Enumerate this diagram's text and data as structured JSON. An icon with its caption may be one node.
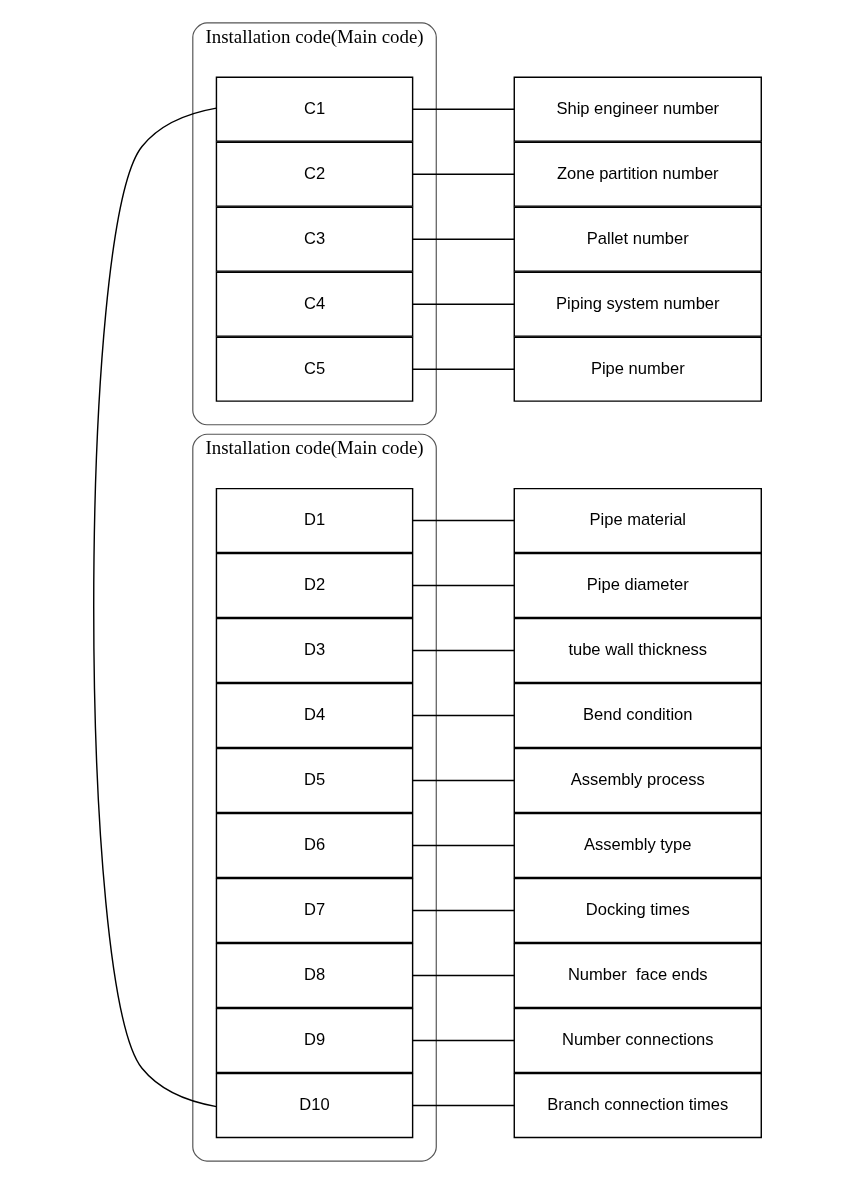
{
  "diagram": {
    "nodes": [
      {
        "text": [
          "Installation code(Main code)"
        ]
      },
      {
        "text": [
          "D1"
        ],
        "in": 0
      },
      {
        "text": [
          "D2"
        ],
        "in": 0
      },
      {
        "text": [
          "D3"
        ],
        "in": 0
      },
      {
        "text": [
          "D4"
        ],
        "in": 0
      },
      {
        "text": [
          "D5"
        ],
        "in": 0
      },
      {
        "text": [
          "D6"
        ],
        "in": 0
      },
      {
        "text": [
          "D7"
        ],
        "in": 0
      },
      {
        "text": [
          "D8"
        ],
        "in": 0
      },
      {
        "text": [
          "D9"
        ],
        "in": 0
      },
      {
        "text": [
          "D10"
        ],
        "in": 0
      },
      {
        "text": [
          "Pipe material"
        ]
      },
      {
        "text": [
          "Pipe diameter"
        ]
      },
      {
        "text": [
          "tube wall thickness"
        ]
      },
      {
        "text": [
          "Bend condition"
        ]
      },
      {
        "text": [
          "Assembly process"
        ]
      },
      {
        "text": [
          "Assembly type"
        ]
      },
      {
        "text": [
          "Docking times"
        ]
      },
      {
        "text": [
          "Number  face ends"
        ]
      },
      {
        "text": [
          "Number connections"
        ]
      },
      {
        "text": [
          "Branch connection times"
        ]
      },
      {
        "text": [
          "Installation code(Main code)"
        ]
      },
      {
        "text": [
          "C1"
        ],
        "in": 21
      },
      {
        "text": [
          "C2"
        ],
        "in": 21
      },
      {
        "text": [
          "C3"
        ],
        "in": 21
      },
      {
        "text": [
          "C4"
        ],
        "in": 21
      },
      {
        "text": [
          "C5"
        ],
        "in": 21
      },
      {
        "text": [
          "Ship engineer number"
        ]
      },
      {
        "text": [
          "Zone partition number"
        ]
      },
      {
        "text": [
          "Pallet number"
        ]
      },
      {
        "text": [
          "Piping system number"
        ]
      },
      {
        "text": [
          "Pipe number"
        ]
      }
    ],
    "edges": [
      {
        "from": 1,
        "to": 11,
        "arrow": "none"
      },
      {
        "from": 2,
        "to": 12,
        "arrow": "none"
      },
      {
        "from": 3,
        "to": 13,
        "arrow": "none"
      },
      {
        "from": 4,
        "to": 14,
        "arrow": "none"
      },
      {
        "from": 5,
        "to": 15,
        "arrow": "none"
      },
      {
        "from": 6,
        "to": 16,
        "arrow": "none"
      },
      {
        "from": 7,
        "to": 17,
        "arrow": "none"
      },
      {
        "from": 8,
        "to": 18,
        "arrow": "none"
      },
      {
        "from": 9,
        "to": 19,
        "arrow": "none"
      },
      {
        "from": 10,
        "to": 20,
        "arrow": "none"
      },
      {
        "from": 10,
        "to": 22,
        "arrow": "none"
      },
      {
        "from": 22,
        "to": 27,
        "arrow": "none"
      },
      {
        "from": 23,
        "to": 28,
        "arrow": "none"
      },
      {
        "from": 24,
        "to": 29,
        "arrow": "none"
      },
      {
        "from": 25,
        "to": 30,
        "arrow": "none"
      },
      {
        "from": 26,
        "to": 31,
        "arrow": "none"
      }
    ]
  }
}
